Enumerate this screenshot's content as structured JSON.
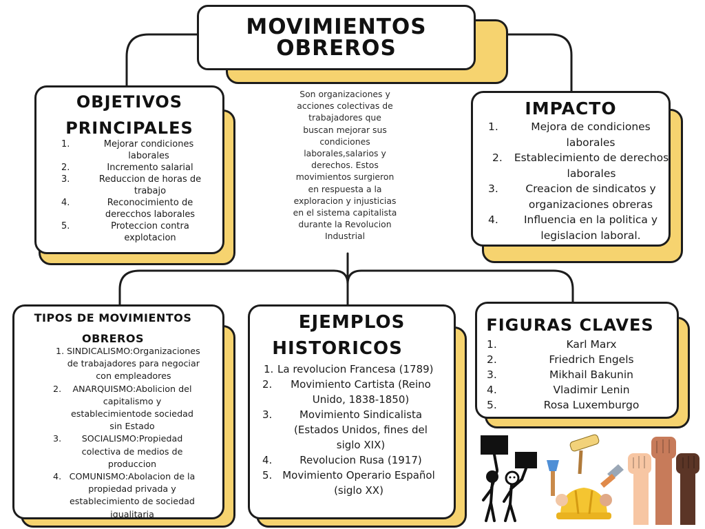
{
  "title": "MOVIMIENTOS OBREROS",
  "description": "Son organizaciones y acciones colectivas de trabajadores que buscan mejorar sus condiciones laborales,salarios y derechos. Estos movimientos surgieron en respuesta a la exploracion y injusticias en el sistema capitalista durante la Revolucion Industrial",
  "objectives": {
    "heading_line1": "OBJETIVOS",
    "heading_line2": "PRINCIPALES",
    "items": [
      {
        "num": "1.",
        "text": "Mejorar condiciones laborales"
      },
      {
        "num": "2.",
        "text": "Incremento salarial"
      },
      {
        "num": "3.",
        "text": "Reduccion de horas de trabajo"
      },
      {
        "num": "4.",
        "text": "Reconocimiento de derecchos laborales"
      },
      {
        "num": "5.",
        "text": "Proteccion contra explotacion"
      }
    ]
  },
  "impact": {
    "heading": "IMPACTO",
    "items": [
      {
        "num": "1.",
        "text": "Mejora de condiciones laborales"
      },
      {
        "num": "2.",
        "text": "Establecimiento de derechos laborales"
      },
      {
        "num": "3.",
        "text": "Creacion de sindicatos y organizaciones obreras"
      },
      {
        "num": "4.",
        "text": "Influencia en la politica y legislacion laboral."
      }
    ]
  },
  "types": {
    "heading_line1": "TIPOS DE MOVIMIENTOS",
    "heading_line2": "OBREROS",
    "items": [
      {
        "num": "1.",
        "text": "SINDICALISMO:Organizaciones de trabajadores para negociar con empleadores"
      },
      {
        "num": "2.",
        "text": "ANARQUISMO:Abolicion del capitalismo y establecimientode sociedad sin  Estado"
      },
      {
        "num": "3.",
        "text": "SOCIALISMO:Propiedad colectiva de medios de produccion"
      },
      {
        "num": "4.",
        "text": "COMUNISMO:Abolacion de la propiedad privada y establecimiento de sociedad igualitaria"
      }
    ]
  },
  "examples": {
    "heading_line1": "EJEMPLOS",
    "heading_line2": "HISTORICOS",
    "items": [
      {
        "num": "1.",
        "text": "La revolucion Francesa (1789)"
      },
      {
        "num": "2.",
        "text": "Movimiento Cartista (Reino Unido, 1838-1850)"
      },
      {
        "num": "3.",
        "text": "Movimiento Sindicalista (Estados Unidos, fines del siglo XIX)"
      },
      {
        "num": "4.",
        "text": "Revolucion Rusa (1917)"
      },
      {
        "num": "5.",
        "text": "Movimiento Operario Español (siglo XX)"
      }
    ]
  },
  "figures": {
    "heading": "FIGURAS CLAVES",
    "items": [
      {
        "num": "1.",
        "text": "Karl Marx"
      },
      {
        "num": "2.",
        "text": "Friedrich Engels"
      },
      {
        "num": "3.",
        "text": "Mikhail Bakunin"
      },
      {
        "num": "4.",
        "text": "Vladimir Lenin"
      },
      {
        "num": "5.",
        "text": "Rosa Luxemburgo"
      }
    ]
  },
  "colors": {
    "accent_yellow": "#f6d36f",
    "outline": "#1c1c1c",
    "card_background": "#ffffff"
  },
  "illustrations": [
    "protesters-with-signs-icon",
    "worker-tools-icon",
    "raised-fists-icon"
  ]
}
